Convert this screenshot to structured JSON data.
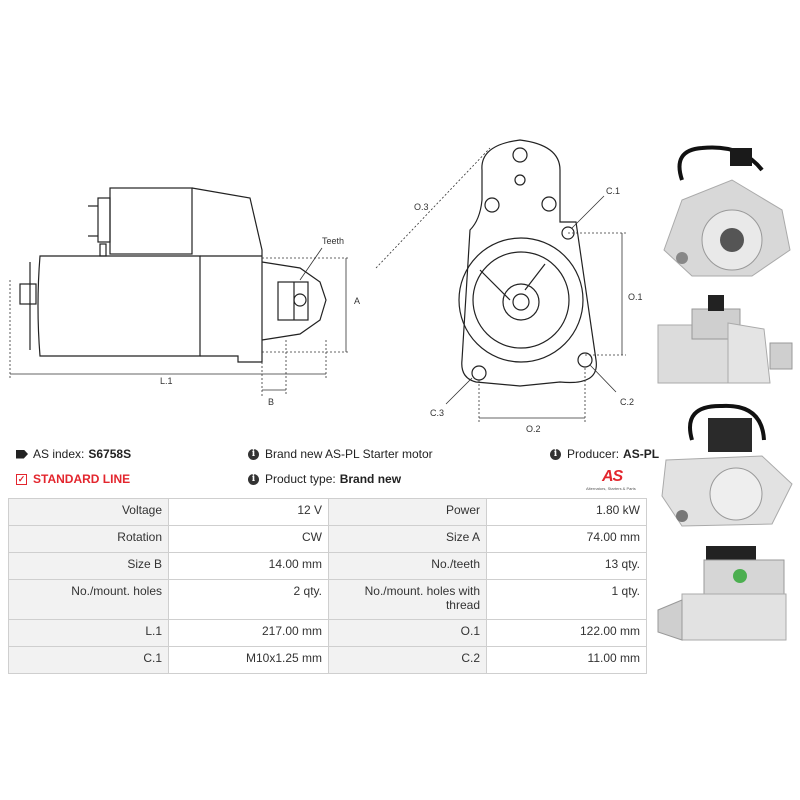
{
  "drawing_labels": {
    "teeth": "Teeth",
    "a": "A",
    "b": "B",
    "l1": "L.1",
    "o3": "O.3",
    "c1": "C.1",
    "o1": "O.1",
    "c3": "C.3",
    "c2": "C.2",
    "o2": "O.2"
  },
  "info": {
    "as_index_label": "AS index:",
    "as_index_value": "S6758S",
    "standard_line": "STANDARD LINE",
    "brand_new_text": "Brand new AS-PL Starter motor",
    "product_type_label": "Product type:",
    "product_type_value": "Brand new",
    "producer_label": "Producer:",
    "producer_value": "AS-PL"
  },
  "logo": {
    "mark": "AS",
    "tagline": "Alternators, Starters & Parts"
  },
  "specs": [
    {
      "k1": "Voltage",
      "v1": "12 V",
      "k2": "Power",
      "v2": "1.80 kW"
    },
    {
      "k1": "Rotation",
      "v1": "CW",
      "k2": "Size A",
      "v2": "74.00 mm"
    },
    {
      "k1": "Size B",
      "v1": "14.00 mm",
      "k2": "No./teeth",
      "v2": "13 qty."
    },
    {
      "k1": "No./mount. holes",
      "v1": "2 qty.",
      "k2": "No./mount. holes with thread",
      "v2": "1 qty."
    },
    {
      "k1": "L.1",
      "v1": "217.00 mm",
      "k2": "O.1",
      "v2": "122.00 mm"
    },
    {
      "k1": "C.1",
      "v1": "M10x1.25 mm",
      "k2": "C.2",
      "v2": "11.00 mm"
    }
  ],
  "colors": {
    "accent": "#e3262e",
    "table_key_bg": "#f2f2f2",
    "border": "#cfcfcf"
  }
}
